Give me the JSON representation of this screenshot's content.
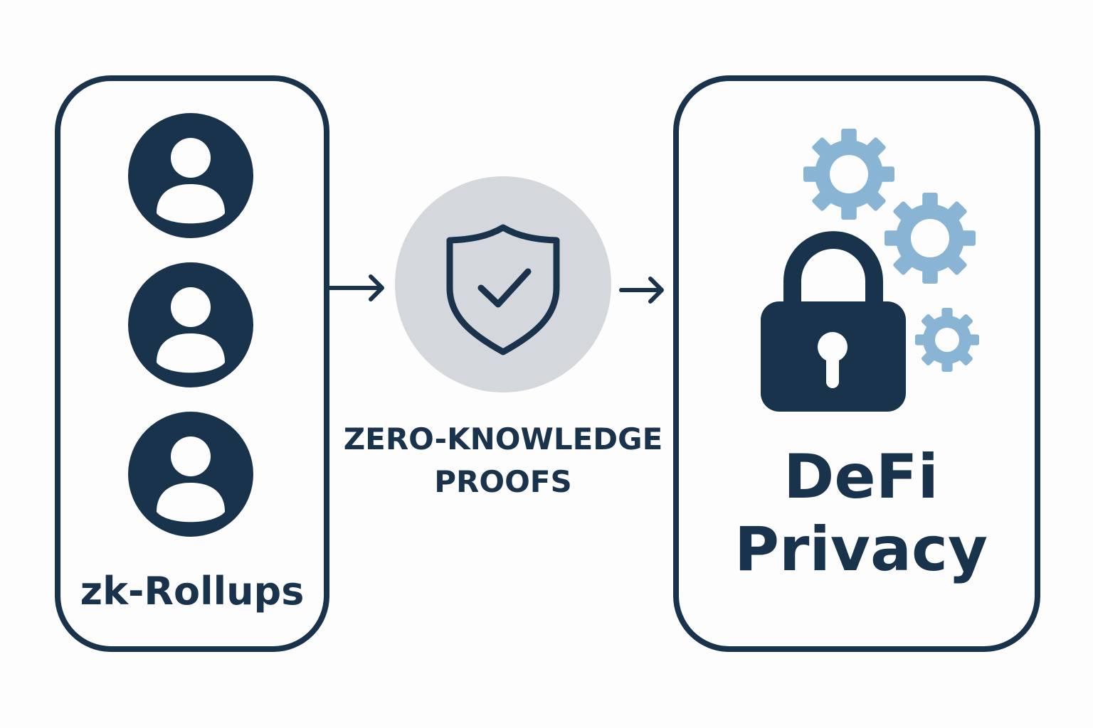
{
  "left_panel": {
    "label": "zk-Rollups",
    "users": [
      "user-1",
      "user-2",
      "user-3"
    ]
  },
  "middle": {
    "label_line1": "ZERO-KNOWLEDGE",
    "label_line2": "PROOFS"
  },
  "right_panel": {
    "label_line1": "DeFi",
    "label_line2": "Privacy"
  },
  "colors": {
    "navy": "#1a334d",
    "gear": "#8ab4d4",
    "circle": "#d4d7db",
    "background": "#fdfdfd"
  }
}
